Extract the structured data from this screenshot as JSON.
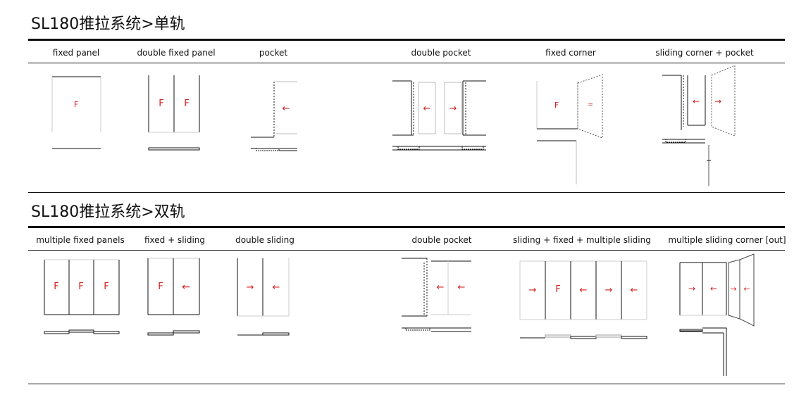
{
  "sections": [
    {
      "title": "SL180推拉系统>单轨",
      "columns": [
        "fixed panel",
        "double fixed panel",
        "pocket",
        "double pocket",
        "fixed corner",
        "sliding corner + pocket"
      ]
    },
    {
      "title": "SL180推拉系统>双轨",
      "columns": [
        "multiple fixed panels",
        "fixed + sliding",
        "double sliding",
        "double pocket",
        "sliding + fixed + multiple sliding",
        "multiple sliding corner [out]"
      ]
    }
  ],
  "glyphs": {
    "fixed": "F",
    "fixed_small": "F",
    "left_arrow": "←",
    "right_arrow": "→"
  },
  "colors": {
    "accent_red": "#d42020",
    "line": "#111111",
    "light_line": "#bbbbbb"
  }
}
